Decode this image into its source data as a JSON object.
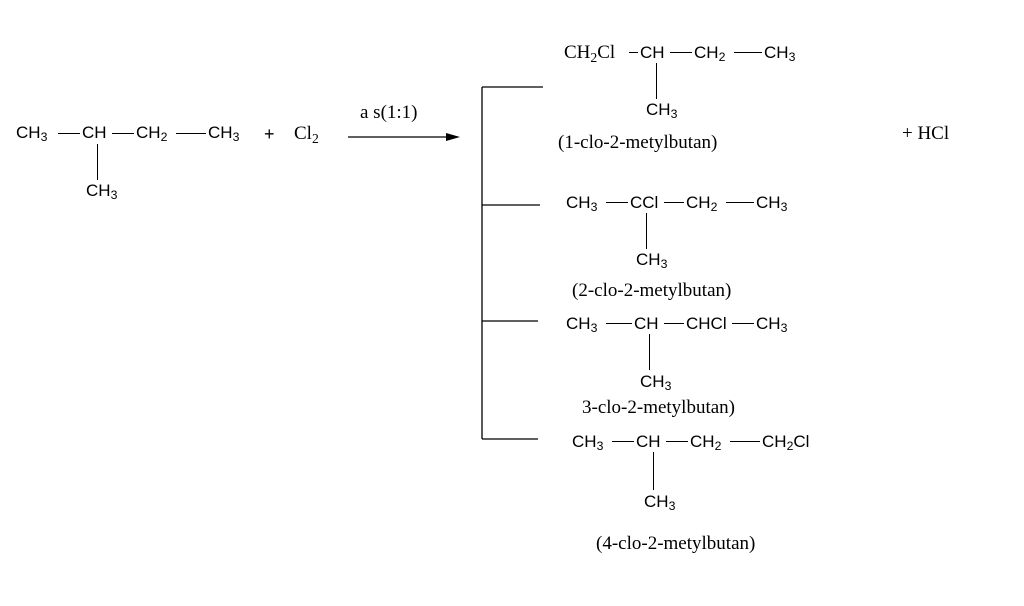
{
  "reactant": {
    "part1": "CH",
    "part1_sub": "3",
    "part2": "CH",
    "part3": "CH",
    "part3_sub": "2",
    "part4": "CH",
    "part4_sub": "3",
    "branch": "CH",
    "branch_sub": "3"
  },
  "plus1": "+",
  "chlorine": {
    "label": "Cl",
    "sub": "2"
  },
  "condition": "a s(1:1)",
  "products": [
    {
      "a": "CH",
      "a_sub": "2",
      "a_tail": "Cl",
      "b": "CH",
      "c": "CH",
      "c_sub": "2",
      "d": "CH",
      "d_sub": "3",
      "branch": "CH",
      "branch_sub": "3",
      "caption": "(1-clo-2-metylbutan)"
    },
    {
      "a": "CH",
      "a_sub": "3",
      "b": "CCl",
      "c": "CH",
      "c_sub": "2",
      "d": "CH",
      "d_sub": "3",
      "branch": "CH",
      "branch_sub": "3",
      "caption": "(2-clo-2-metylbutan)"
    },
    {
      "a": "CH",
      "a_sub": "3",
      "b": "CH",
      "c": "CHCl",
      "d": "CH",
      "d_sub": "3",
      "branch": "CH",
      "branch_sub": "3",
      "caption": "3-clo-2-metylbutan)"
    },
    {
      "a": "CH",
      "a_sub": "3",
      "b": "CH",
      "c": "CH",
      "c_sub": "2",
      "d": "CH",
      "d_sub": "2",
      "d_tail": "Cl",
      "branch": "CH",
      "branch_sub": "3",
      "caption": "(4-clo-2-metylbutan)"
    }
  ],
  "byproduct": "+ HCl"
}
